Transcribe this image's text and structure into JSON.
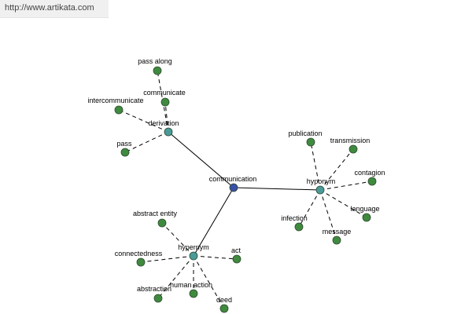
{
  "header": {
    "url": "http://www.artikata.com"
  },
  "colors": {
    "center": "#3a4fa8",
    "hub": "#4a9a9a",
    "leaf": "#3f8a3f"
  },
  "graph": {
    "center": {
      "id": "communication",
      "label": "communication"
    },
    "hubs": [
      {
        "id": "derivation",
        "label": "derivation"
      },
      {
        "id": "hyponym",
        "label": "hyponym"
      },
      {
        "id": "hypernym",
        "label": "hypernym"
      }
    ],
    "leaves": [
      {
        "id": "pass-along",
        "label": "pass along",
        "hub": "derivation"
      },
      {
        "id": "communicate",
        "label": "communicate",
        "hub": "derivation"
      },
      {
        "id": "intercommunicate",
        "label": "intercommunicate",
        "hub": "derivation"
      },
      {
        "id": "pass",
        "label": "pass",
        "hub": "derivation"
      },
      {
        "id": "publication",
        "label": "publication",
        "hub": "hyponym"
      },
      {
        "id": "transmission",
        "label": "transmission",
        "hub": "hyponym"
      },
      {
        "id": "contagion",
        "label": "contagion",
        "hub": "hyponym"
      },
      {
        "id": "language",
        "label": "language",
        "hub": "hyponym"
      },
      {
        "id": "message",
        "label": "message",
        "hub": "hyponym"
      },
      {
        "id": "infection",
        "label": "infection",
        "hub": "hyponym"
      },
      {
        "id": "abstract-entity",
        "label": "abstract entity",
        "hub": "hypernym"
      },
      {
        "id": "connectedness",
        "label": "connectedness",
        "hub": "hypernym"
      },
      {
        "id": "act",
        "label": "act",
        "hub": "hypernym"
      },
      {
        "id": "abstraction",
        "label": "abstraction",
        "hub": "hypernym"
      },
      {
        "id": "human-action",
        "label": "human action",
        "hub": "hypernym"
      },
      {
        "id": "deed",
        "label": "deed",
        "hub": "hypernym"
      }
    ]
  }
}
